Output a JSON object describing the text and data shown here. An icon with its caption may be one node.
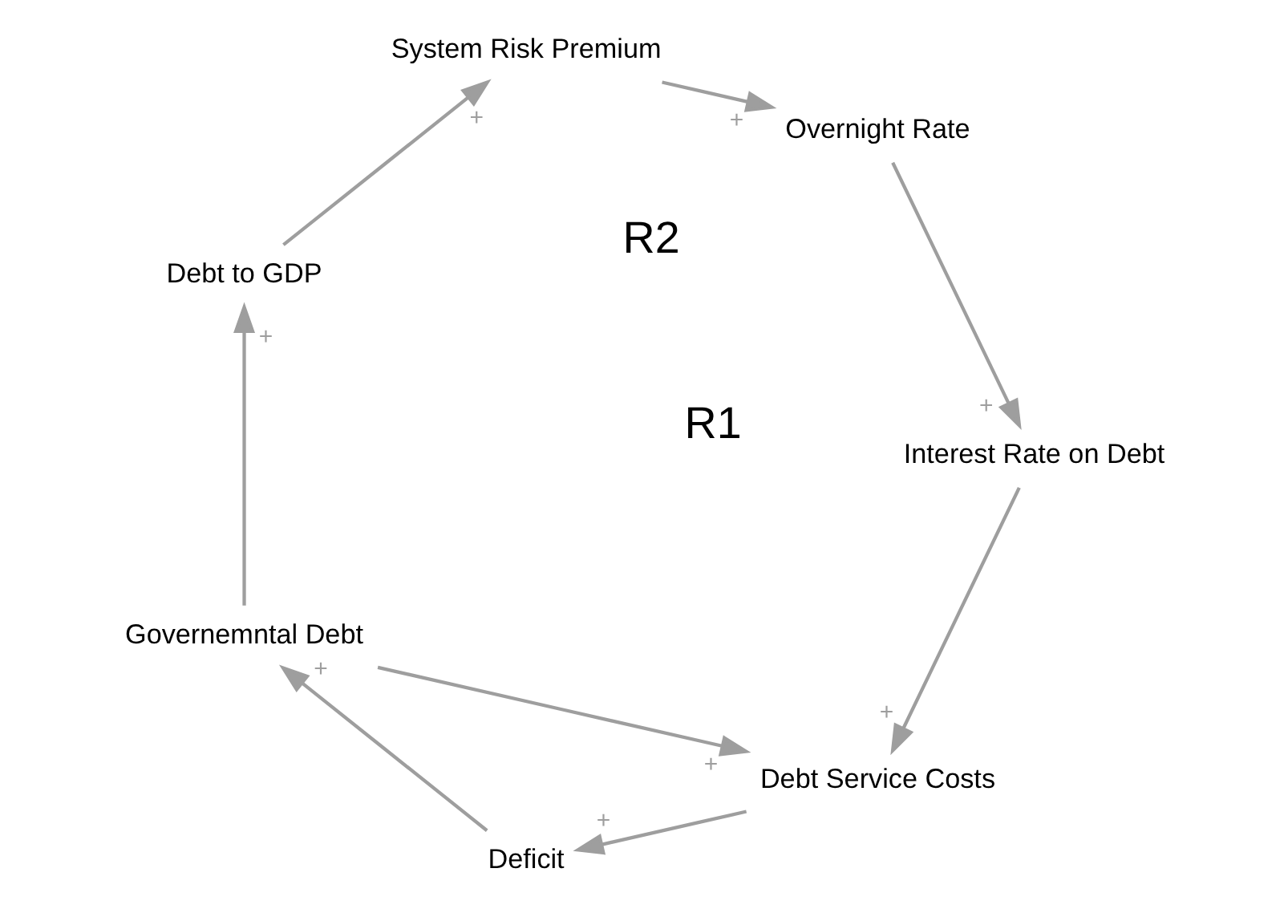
{
  "diagram": {
    "nodes": [
      {
        "text": [
          "Interest Rate on Debt"
        ]
      },
      {
        "text": [
          "Overnight Rate"
        ]
      },
      {
        "text": [
          "Debt Service Costs"
        ]
      },
      {
        "text": [
          "System Risk Premium"
        ]
      },
      {
        "text": [
          "Deficit"
        ]
      },
      {
        "text": [
          "Debt to GDP"
        ]
      },
      {
        "text": [
          "Governemntal Debt"
        ]
      }
    ],
    "edges": [
      {
        "from": 1,
        "to": 0,
        "arrow": "to",
        "label": "+"
      },
      {
        "from": 0,
        "to": 2,
        "arrow": "to",
        "label": "+"
      },
      {
        "from": 2,
        "to": 4,
        "arrow": "to",
        "label": "+"
      },
      {
        "from": 4,
        "to": 6,
        "arrow": "to",
        "label": "+"
      },
      {
        "from": 6,
        "to": 5,
        "arrow": "to",
        "label": "+"
      },
      {
        "from": 5,
        "to": 3,
        "arrow": "to",
        "label": "+"
      },
      {
        "from": 3,
        "to": 1,
        "arrow": "to",
        "label": "+"
      },
      {
        "from": 6,
        "to": 2,
        "arrow": "to",
        "label": "+"
      }
    ],
    "labels": [
      "R1",
      "R2"
    ]
  }
}
